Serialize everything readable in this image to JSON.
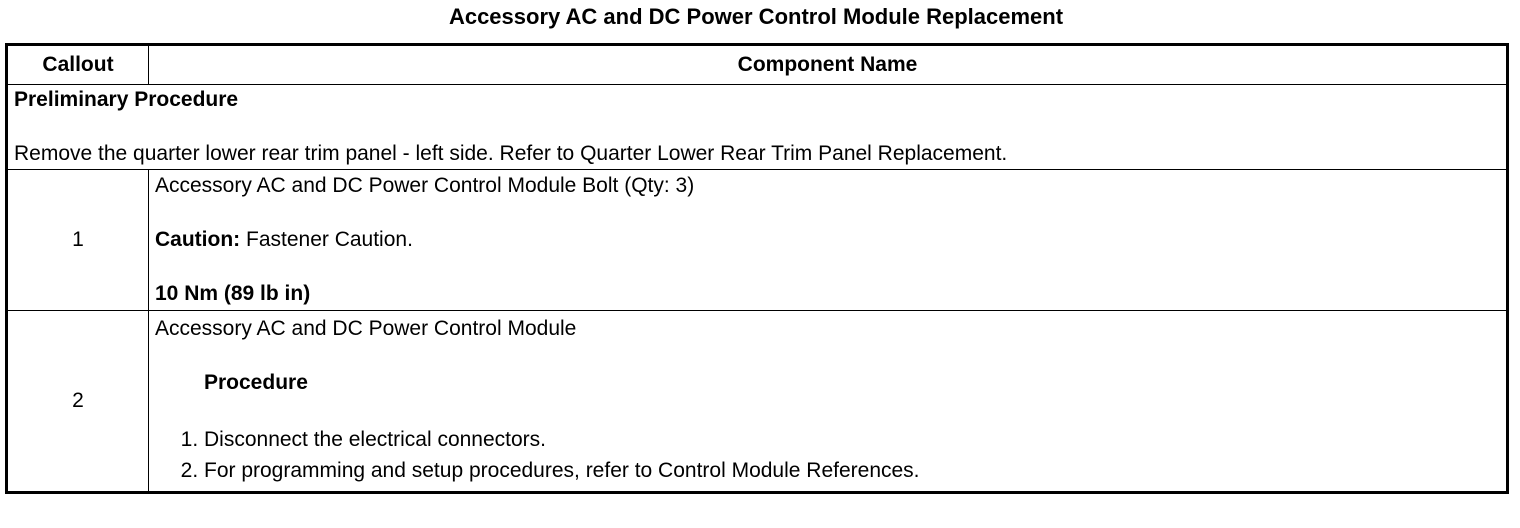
{
  "title": "Accessory AC and DC Power Control Module Replacement",
  "headers": {
    "callout": "Callout",
    "component": "Component Name"
  },
  "preliminary": {
    "title": "Preliminary Procedure",
    "text": "Remove the quarter lower rear trim panel - left side. Refer to Quarter Lower Rear Trim Panel Replacement."
  },
  "rows": [
    {
      "callout": "1",
      "name": "Accessory AC and DC Power Control Module Bolt (Qty: 3)",
      "caution_label": "Caution:",
      "caution_text": " Fastener Caution.",
      "torque": "10 Nm (89 lb in)"
    },
    {
      "callout": "2",
      "name": "Accessory AC and DC Power Control Module",
      "procedure_heading": "Procedure",
      "steps": [
        "Disconnect the electrical connectors.",
        "For programming and setup procedures, refer to Control Module References."
      ]
    }
  ]
}
